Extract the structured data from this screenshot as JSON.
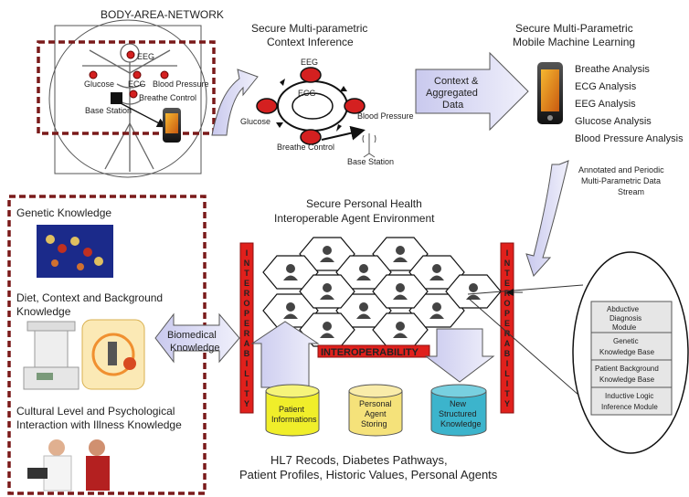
{
  "ban": {
    "title": "BODY-AREA-NETWORK",
    "sensors": [
      "EEG",
      "Glucose",
      "ECG",
      "Blood Pressure",
      "Breathe Control",
      "Base Station"
    ]
  },
  "context": {
    "title1": "Secure Multi-parametric",
    "title2": "Context Inference",
    "nodes": [
      "EEG",
      "ECG",
      "Glucose",
      "Blood Pressure",
      "Breathe Control"
    ],
    "base_station": "Base Station"
  },
  "aggregated": {
    "line1": "Context &",
    "line2": "Aggregated",
    "line3": "Data"
  },
  "ml": {
    "title1": "Secure Multi-Parametric",
    "title2": "Mobile Machine Learning",
    "analyses": [
      "Breathe Analysis",
      "ECG Analysis",
      "EEG Analysis",
      "Glucose Analysis",
      "Blood Pressure Analysis"
    ]
  },
  "stream": {
    "line1": "Annotated and Periodic",
    "line2": "Multi-Parametric Data",
    "line3": "Stream"
  },
  "knowledge": {
    "genetic": "Genetic Knowledge",
    "diet1": "Diet, Context and Background",
    "diet2": "Knowledge",
    "cultural1": "Cultural Level and Psychological",
    "cultural2": "Interaction with Illness Knowledge"
  },
  "biomedical": {
    "line1": "Biomedical",
    "line2": "Knowledge"
  },
  "agent_env": {
    "title1": "Secure Personal Health",
    "title2": "Interoperable Agent Environment"
  },
  "interop": {
    "horizontal": "INTEROPERABILITY",
    "vertical": [
      "I",
      "N",
      "T",
      "E",
      "R",
      "O",
      "P",
      "E",
      "R",
      "A",
      "B",
      "I",
      "L",
      "I",
      "T",
      "Y"
    ]
  },
  "cylinders": {
    "patient": [
      "Patient",
      "Informations"
    ],
    "personal": [
      "Personal",
      "Agent",
      "Storing"
    ],
    "new": [
      "New",
      "Structured",
      "Knowledge"
    ]
  },
  "agent_modules": [
    [
      "Abductive",
      "Diagnosis",
      "Module"
    ],
    [
      "Genetic",
      "Knowledge Base"
    ],
    [
      "Patient Background",
      "Knowledge Base"
    ],
    [
      "Inductive Logic",
      "Inference Module"
    ]
  ],
  "bottom": {
    "line1": "HL7 Recods, Diabetes Pathways,",
    "line2": "Patient Profiles, Historic Values, Personal Agents"
  },
  "colors": {
    "dashed_border": "#7a1a1a",
    "sensor": "#d42020",
    "interop": "#e0201c",
    "arrow_fill": "#dcdcf4",
    "cyl_patient": "#f0ee2a",
    "cyl_personal": "#f5e27a",
    "cyl_new": "#3cb4cc"
  }
}
